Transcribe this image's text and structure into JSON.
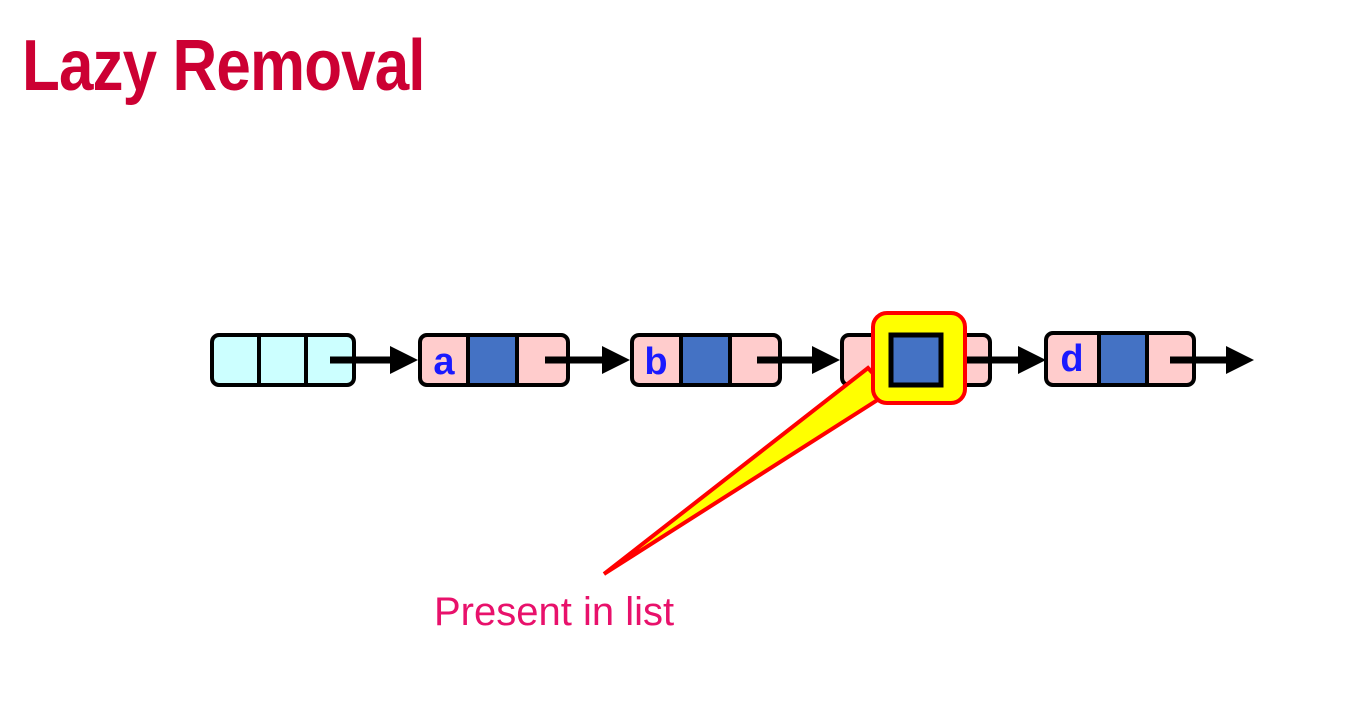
{
  "title": "Lazy Removal",
  "nodes": [
    {
      "label": ""
    },
    {
      "label": "a"
    },
    {
      "label": "b"
    },
    {
      "label": ""
    },
    {
      "label": "d"
    }
  ],
  "callout": {
    "text": "Present in list"
  },
  "colors": {
    "title": "#cc0033",
    "sentinel_fill": "#ccffff",
    "node_fill": "#ffcccc",
    "mark_fill": "#4472c4",
    "highlight_fill": "#ffff00",
    "highlight_border": "#ff0000",
    "label": "#1a1aff",
    "callout_text": "#e8116b"
  }
}
